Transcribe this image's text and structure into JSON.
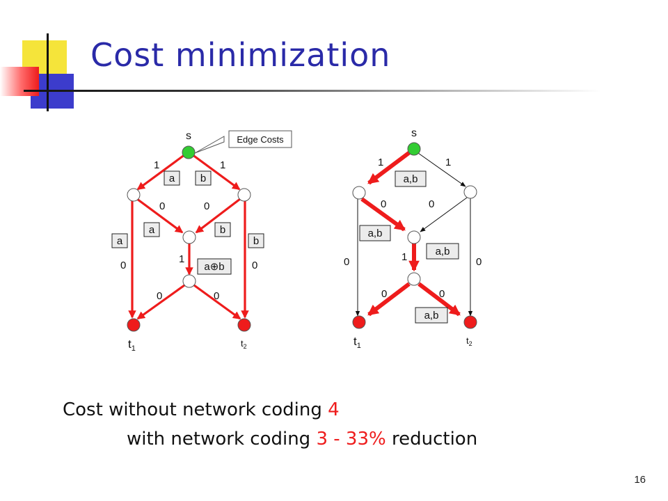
{
  "slide": {
    "title": "Cost minimization",
    "page_number": "16"
  },
  "colors": {
    "title": "#2a2aa8",
    "flow_edge": "#ee1c1c",
    "source_node": "#33cc33",
    "sink_node": "#ee1c1c",
    "highlight_text": "#ee1c1c"
  },
  "diagram_left": {
    "nodes": {
      "source": "s",
      "sink1_base": "t",
      "sink1_sub": "1",
      "sink2_base": "t",
      "sink2_sub": "2"
    },
    "callout": "Edge Costs",
    "costs": {
      "s_left": "1",
      "s_right": "1",
      "left_mid": "0",
      "right_mid": "0",
      "mid_down": "1",
      "left_t1": "0",
      "right_t2": "0",
      "bot_t1": "0",
      "bot_t2": "0"
    },
    "edge_labels": {
      "s_left": "a",
      "s_right": "b",
      "left_mid": "a",
      "right_mid": "b",
      "left_t1": "a",
      "right_t2": "b",
      "mid_bot_a": "a",
      "mid_bot_op": "⊕",
      "mid_bot_b": "b"
    }
  },
  "diagram_right": {
    "nodes": {
      "source": "s",
      "sink1_base": "t",
      "sink1_sub": "1",
      "sink2_base": "t",
      "sink2_sub": "2"
    },
    "costs": {
      "s_left": "1",
      "s_right": "1",
      "left_mid": "0",
      "right_mid": "0",
      "mid_down": "1",
      "left_t1": "0",
      "right_t2": "0",
      "bot_t1": "0",
      "bot_t2": "0"
    },
    "edge_labels": {
      "s_left": "a,b",
      "left_mid": "a,b",
      "mid_down": "a,b",
      "bot_t2": "a,b"
    }
  },
  "caption": {
    "line1_text": "Cost without network coding ",
    "line1_value": "4",
    "line2_text": "with network coding ",
    "line2_value": "3 - 33%",
    "line2_suffix": " reduction"
  }
}
